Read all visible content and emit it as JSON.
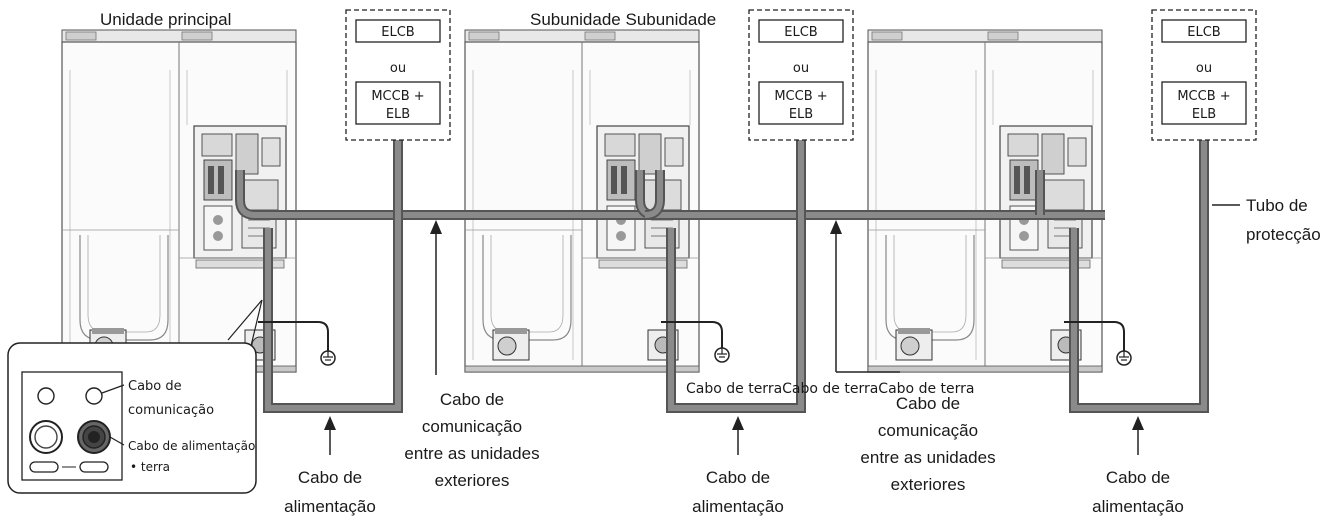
{
  "titles": {
    "main_unit": "Unidade principal",
    "sub_units": "Subunidade Subunidade"
  },
  "breaker": {
    "elcb": "ELCB",
    "or": "ou",
    "mccb_line1": "MCCB +",
    "mccb_line2": "ELB"
  },
  "labels": {
    "tube_line1": "Tubo de",
    "tube_line2": "protecção",
    "power_line1": "Cabo de",
    "power_line2": "alimentação",
    "comm_line1": "Cabo de",
    "comm_line2": "comunicação",
    "comm_line3": "entre as unidades",
    "comm_line4": "exteriores",
    "earth_cables": "Cabo de terraCabo de terraCabo de terra"
  },
  "inset": {
    "comm_line1": "Cabo de",
    "comm_line2": "comunicação",
    "power_line1": "Cabo de alimentação",
    "power_line2": "• terra"
  }
}
